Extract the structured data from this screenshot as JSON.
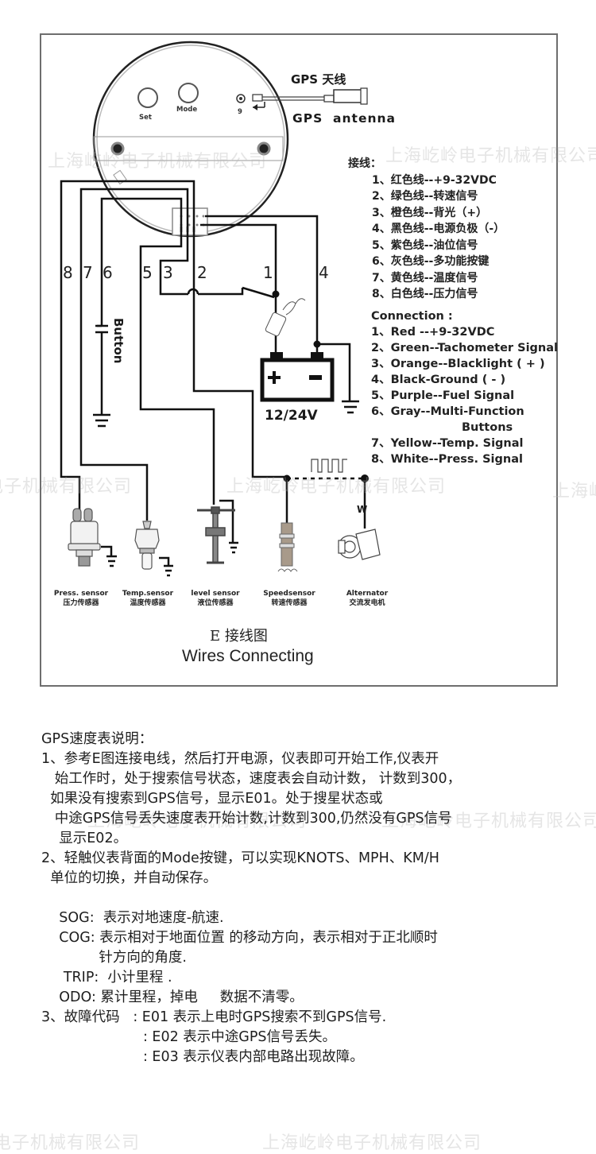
{
  "watermark": "上海屹岭电子机械有限公司",
  "diagram": {
    "gauge_buttons": {
      "set": "Set",
      "mode": "Mode",
      "port": "9"
    },
    "gps_antenna": {
      "cn": "GPS 天线",
      "en": "GPS  antenna"
    },
    "legend_cn": {
      "title": "接线：",
      "items": [
        "1、红色线--+9-32VDC",
        "2、绿色线--转速信号",
        "3、橙色线--背光（+）",
        "4、黑色线--电源负极（-）",
        "5、紫色线--油位信号",
        "6、灰色线--多功能按键",
        "7、黄色线--温度信号",
        "8、白色线--压力信号"
      ]
    },
    "legend_en": {
      "title": "Connection :",
      "items": [
        "1、Red --+9-32VDC",
        "2、Green--Tachometer Signal",
        "3、Orange--Blacklight ( + )",
        "4、Black-Ground ( - )",
        "5、Purple--Fuel Signal",
        "6、Gray--Multi-Function",
        "Buttons",
        "7、Yellow--Temp. Signal",
        "8、White--Press. Signal"
      ]
    },
    "wire_numbers": [
      "8",
      "7",
      "6",
      "5",
      "3",
      "2",
      "1",
      "4"
    ],
    "button_label": "Button",
    "battery_label": "12/24V",
    "battery_plus": "+",
    "battery_minus": "−",
    "alternator_terminal": "W",
    "sensors": [
      {
        "en": "Press. sensor",
        "cn": "压力传感器"
      },
      {
        "en": "Temp.sensor",
        "cn": "温度传感器"
      },
      {
        "en": "level sensor",
        "cn": "液位传感器"
      },
      {
        "en": "Speedsensor",
        "cn": "转速传感器"
      },
      {
        "en": "Alternator",
        "cn": "交流发电机"
      }
    ],
    "caption_cn": "E 接线图",
    "caption_en": "Wires Connecting"
  },
  "description": {
    "title": "GPS速度表说明：",
    "lines": [
      "1、参考E图连接电线，然后打开电源，仪表即可开始工作,仪表开",
      "   始工作时，处于搜索信号状态，速度表会自动计数， 计数到300，",
      "  如果没有搜索到GPS信号，显示E01。处于搜星状态或",
      "   中途GPS信号丢失速度表开始计数,计数到300,仍然没有GPS信号",
      "    显示E02。",
      "2、轻触仪表背面的Mode按键，可以实现KNOTS、MPH、KM/H",
      "  单位的切换，并自动保存。",
      "",
      "    SOG:  表示对地速度-航速.",
      "    COG: 表示相对于地面位置 的移动方向，表示相对于正北顺时",
      "             针方向的角度.",
      "     TRIP:  小计里程 .",
      "    ODO: 累计里程，掉电     数据不清零。",
      "3、故障代码   : E01 表示上电时GPS搜索不到GPS信号.",
      "                       : E02 表示中途GPS信号丢失。",
      "                       : E03 表示仪表内部电路出现故障。"
    ]
  }
}
